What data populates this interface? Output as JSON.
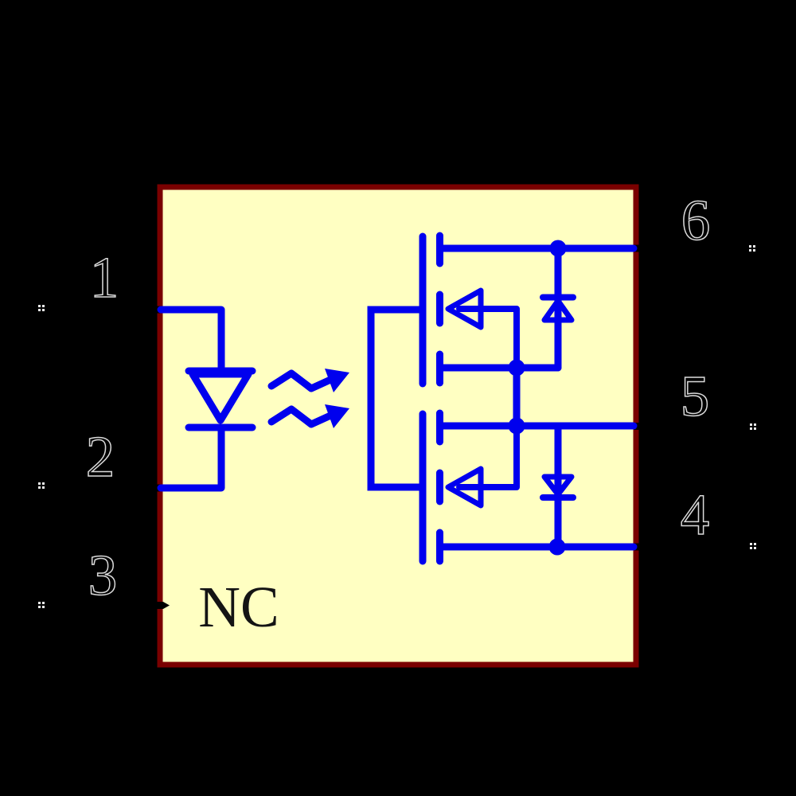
{
  "schematic": {
    "kind": "optocoupler-photomos-relay",
    "labels": {
      "pin1": "1",
      "pin2": "2",
      "pin3": "3",
      "pin4": "4",
      "pin5": "5",
      "pin6": "6",
      "nc": "NC"
    },
    "colors": {
      "background": "#000000",
      "package_fill": "#FFFFC2",
      "package_border": "#7A0000",
      "circuit_blue": "#0000EE",
      "pin_number_outline": "#D9D9D9",
      "pin_number_fill": "#000000",
      "nc_text": "#141414",
      "pin_end_marker": "#EFEFEF"
    }
  }
}
